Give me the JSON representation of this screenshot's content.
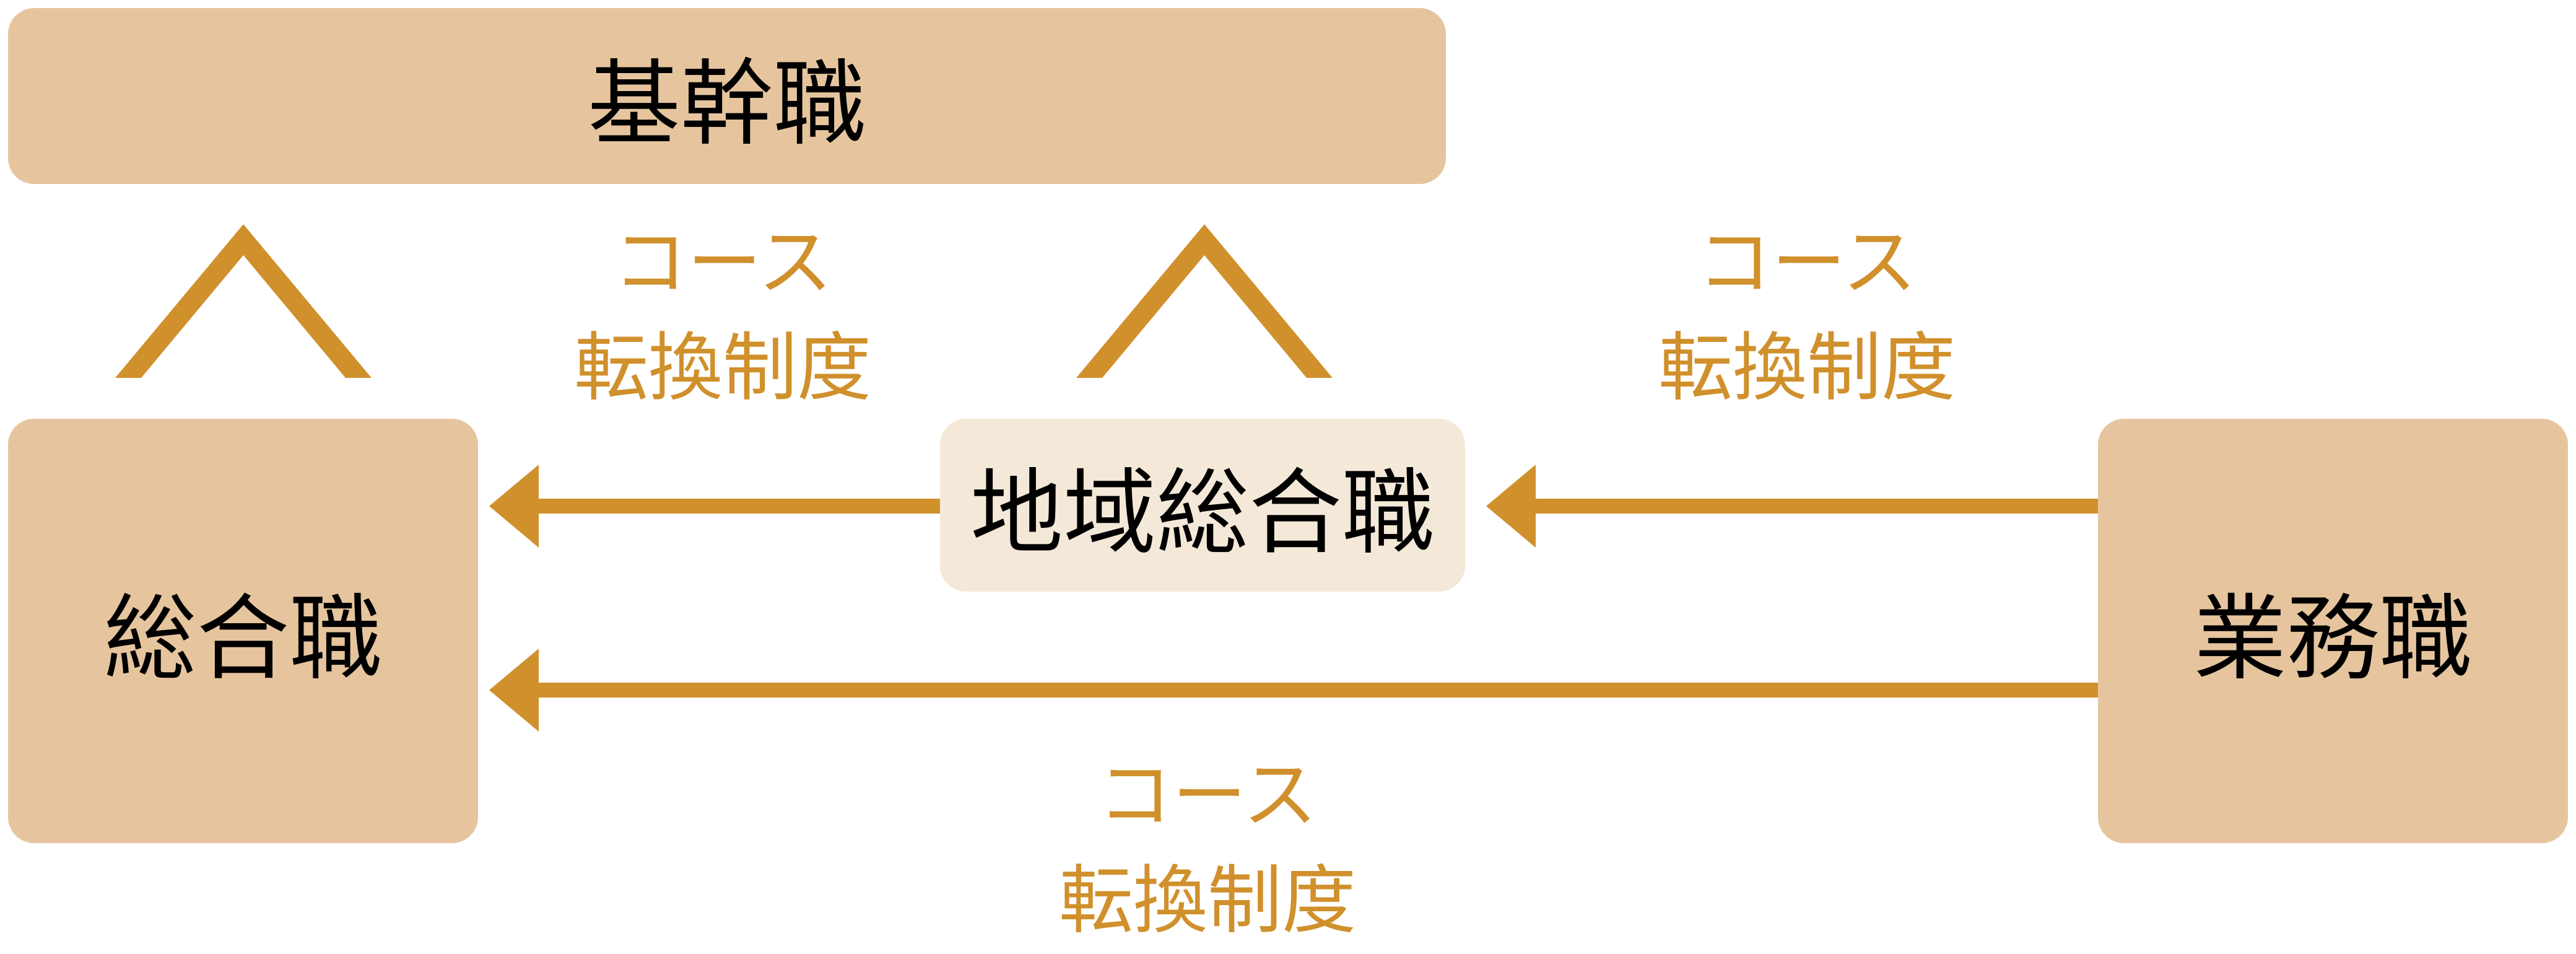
{
  "boxes": {
    "core": "基幹職",
    "general": "総合職",
    "regional": "地域総合職",
    "clerical": "業務職"
  },
  "labels": [
    {
      "line1": "コース",
      "line2": "転換制度"
    },
    {
      "line1": "コース",
      "line2": "転換制度"
    },
    {
      "line1": "コース",
      "line2": "転換制度"
    }
  ],
  "colors": {
    "box": "#E6C59E",
    "box_light": "#F4E8D8",
    "arrow": "#D0902C"
  }
}
